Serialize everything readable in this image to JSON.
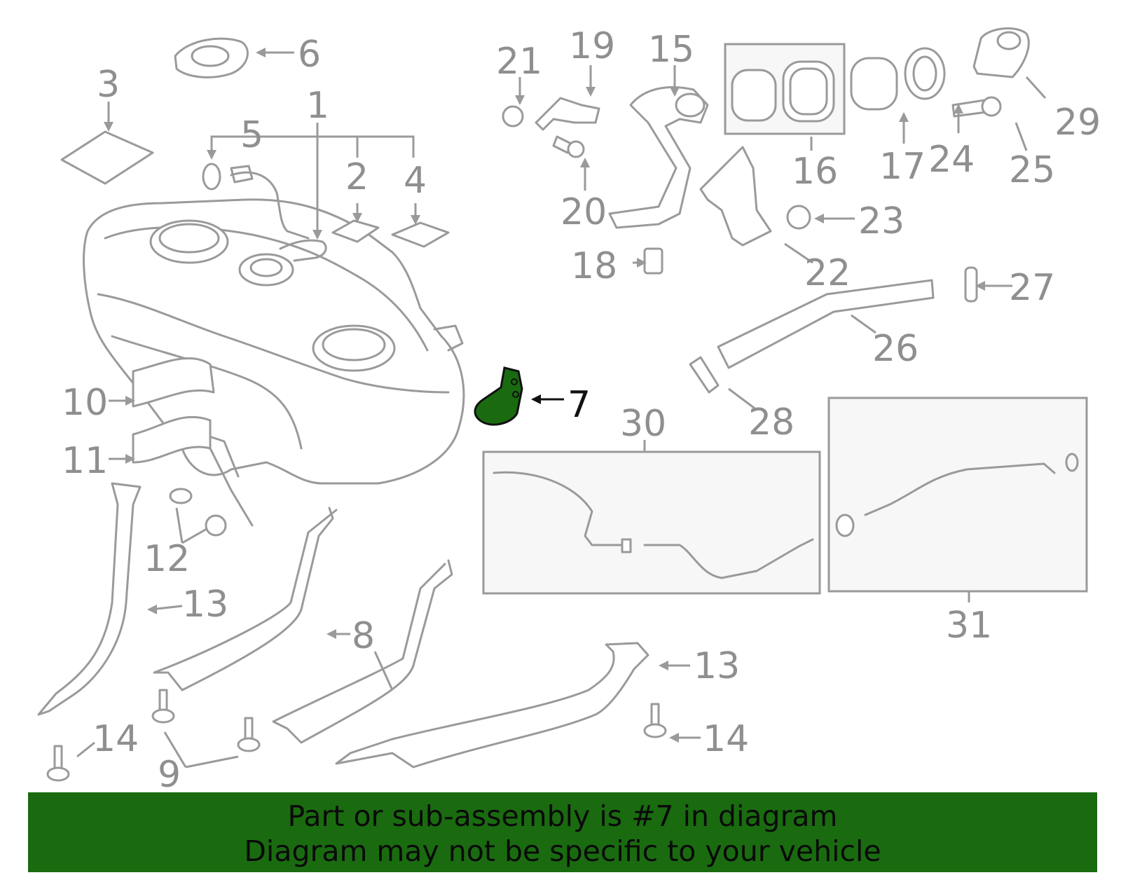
{
  "diagram": {
    "callouts": [
      "1",
      "2",
      "3",
      "4",
      "5",
      "6",
      "7",
      "8",
      "9",
      "10",
      "11",
      "12",
      "13",
      "13",
      "14",
      "14",
      "15",
      "16",
      "17",
      "18",
      "19",
      "20",
      "21",
      "22",
      "23",
      "24",
      "25",
      "26",
      "27",
      "28",
      "29",
      "30",
      "31"
    ],
    "highlighted_part": "7"
  },
  "colors": {
    "highlight": "#1a6b10",
    "banner_bg": "#1a6b10",
    "line": "#9a9a9a",
    "label": "#8f8f8f"
  },
  "banner": {
    "line1": "Part or sub-assembly is #7 in diagram",
    "line2": "Diagram may not be specific to your vehicle"
  }
}
